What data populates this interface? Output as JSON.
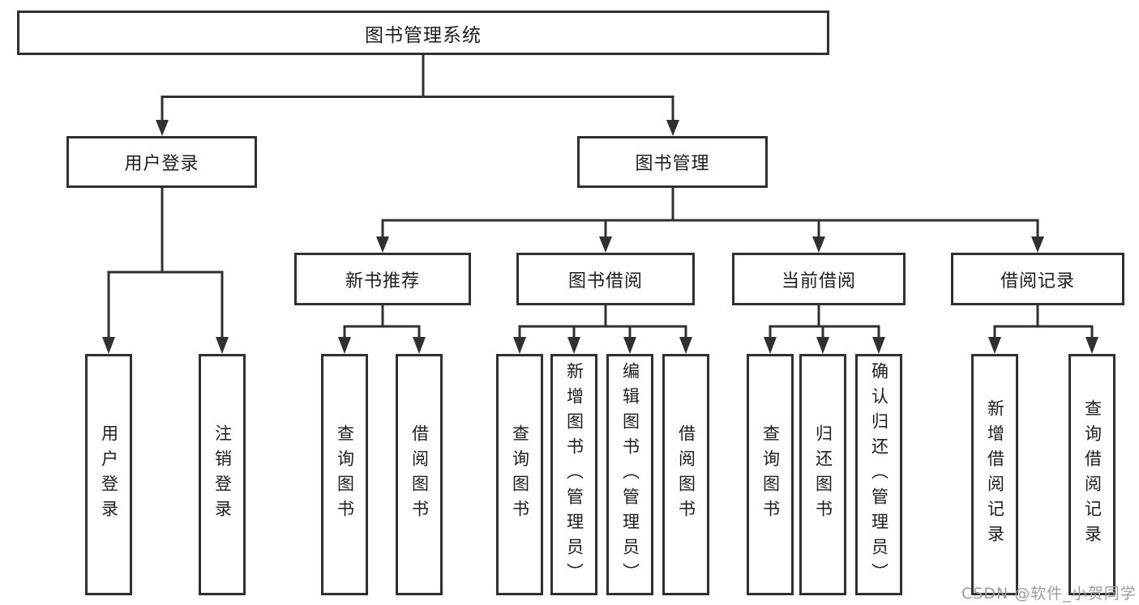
{
  "diagram": {
    "type": "hierarchy-tree",
    "watermark": "CSDN @软件_小贺同学",
    "colors": {
      "line": "#303030",
      "text": "#1d1d1d",
      "watermark": "#9c9c9c",
      "background": "#ffffff"
    },
    "tree": {
      "label": "图书管理系统",
      "children": [
        {
          "label": "用户登录",
          "children": [
            {
              "label": "用户登录"
            },
            {
              "label": "注销登录"
            }
          ]
        },
        {
          "label": "图书管理",
          "children": [
            {
              "label": "新书推荐",
              "children": [
                {
                  "label": "查询图书"
                },
                {
                  "label": "借阅图书"
                }
              ]
            },
            {
              "label": "图书借阅",
              "children": [
                {
                  "label": "查询图书"
                },
                {
                  "label": "新增图书（管理员）"
                },
                {
                  "label": "编辑图书（管理员）"
                },
                {
                  "label": "借阅图书"
                }
              ]
            },
            {
              "label": "当前借阅",
              "children": [
                {
                  "label": "查询图书"
                },
                {
                  "label": "归还图书"
                },
                {
                  "label": "确认归还（管理员）"
                }
              ]
            },
            {
              "label": "借阅记录",
              "children": [
                {
                  "label": "新增借阅记录"
                },
                {
                  "label": "查询借阅记录"
                }
              ]
            }
          ]
        }
      ]
    }
  }
}
